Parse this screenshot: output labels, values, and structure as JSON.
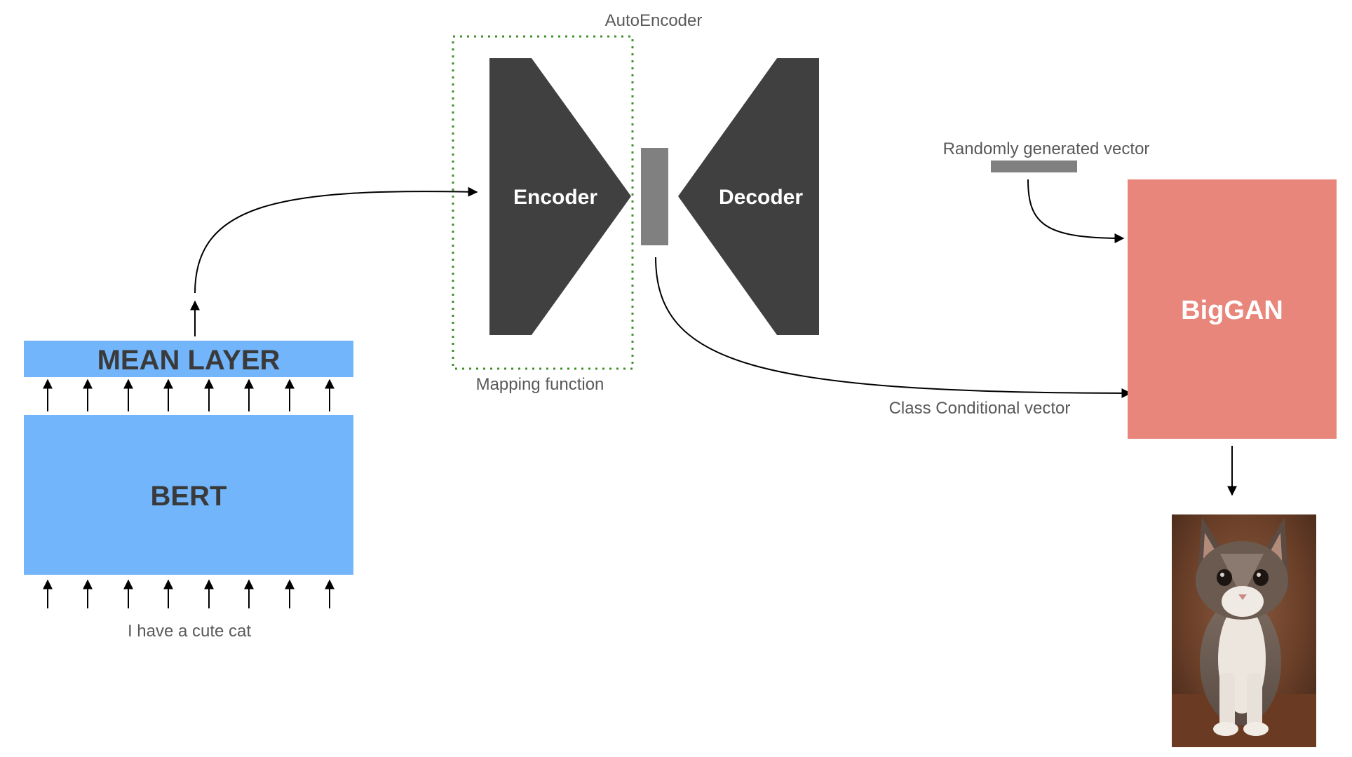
{
  "diagram": {
    "input_text": "I have a cute cat",
    "bert_label": "BERT",
    "mean_layer_label": "MEAN LAYER",
    "autoencoder_label": "AutoEncoder",
    "mapping_function_label": "Mapping function",
    "encoder_label": "Encoder",
    "decoder_label": "Decoder",
    "random_vector_label": "Randomly generated vector",
    "class_conditional_label": "Class Conditional vector",
    "biggan_label": "BigGAN",
    "output_image": "kitten-photo"
  },
  "colors": {
    "bert_blue": "#72b5fa",
    "dark_gray": "#404040",
    "latent_gray": "#808080",
    "biggan_salmon": "#e8867b",
    "mapping_border_green": "#3f8f2b"
  }
}
